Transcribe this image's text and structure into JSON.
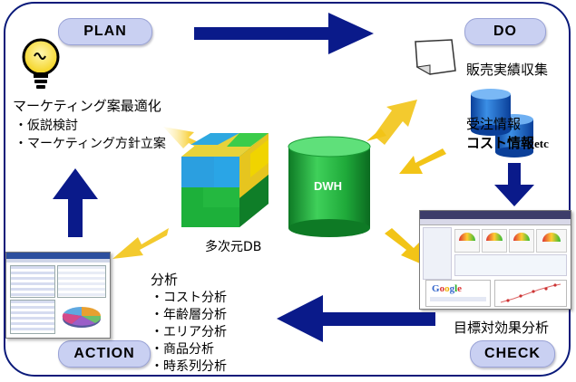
{
  "phases": {
    "plan": "PLAN",
    "do": "DO",
    "check": "CHECK",
    "action": "ACTION"
  },
  "plan_box": {
    "title": "マーケティング案最適化",
    "items": [
      "・仮説検討",
      "・マーケティング方針立案"
    ]
  },
  "do_box": {
    "collect": "販売実績収集",
    "order_info": "受注情報",
    "cost_info": "コスト情報",
    "etc": "etc"
  },
  "center": {
    "dwh": "DWH",
    "cube": "多次元DB"
  },
  "check_box": {
    "title": "目標対効果分析"
  },
  "action_box": {
    "title": "分析",
    "items": [
      "・コスト分析",
      "・年齢層分析",
      "・エリア分析",
      "・商品分析",
      "・時系列分析"
    ]
  },
  "colors": {
    "frame": "#0a1a7a",
    "big_arrow": "#0a1a8a",
    "glow_arrow": "#f4c21a",
    "cylinder_green": "#1faa3a",
    "cylinder_blue": "#1a6fd6",
    "pill": "#c9d0f2"
  }
}
